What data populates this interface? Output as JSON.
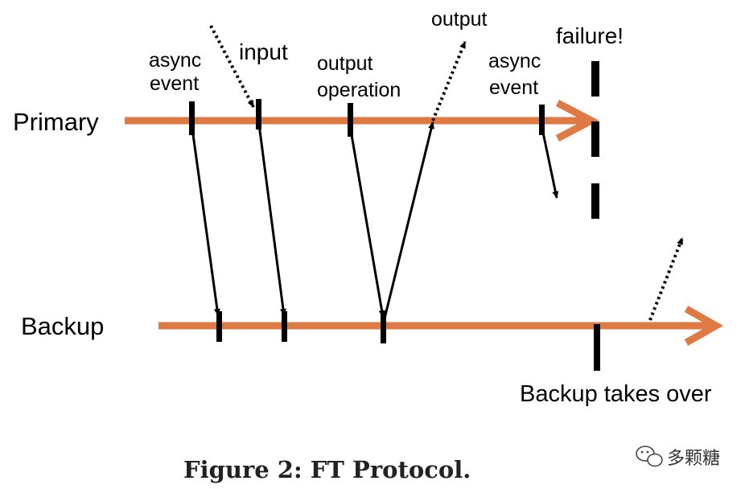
{
  "timeline_color": "#e07a45",
  "labels": {
    "primary": "Primary",
    "backup": "Backup",
    "async_event_1_line1": "async",
    "async_event_1_line2": "event",
    "input": "input",
    "output_operation_line1": "output",
    "output_operation_line2": "operation",
    "output": "output",
    "async_event_2_line1": "async",
    "async_event_2_line2": "event",
    "failure": "failure!",
    "backup_takes_over": "Backup takes over"
  },
  "caption": "Figure 2: FT Protocol.",
  "watermark": {
    "icon": "wechat-icon",
    "text": "多颗糖"
  }
}
